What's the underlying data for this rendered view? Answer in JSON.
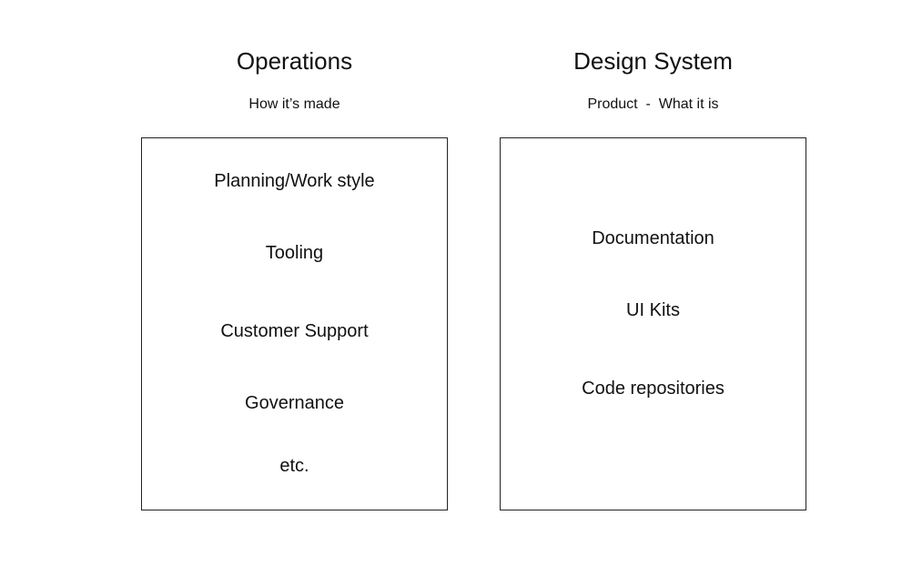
{
  "columns": [
    {
      "title": "Operations",
      "subtitle": "How it’s made",
      "items": [
        "Planning/Work style",
        "Tooling",
        "Customer Support",
        "Governance",
        "etc."
      ]
    },
    {
      "title": "Design System",
      "subtitle": "Product  -  What it is",
      "items": [
        "Documentation",
        "UI Kits",
        "Code repositories"
      ]
    }
  ]
}
